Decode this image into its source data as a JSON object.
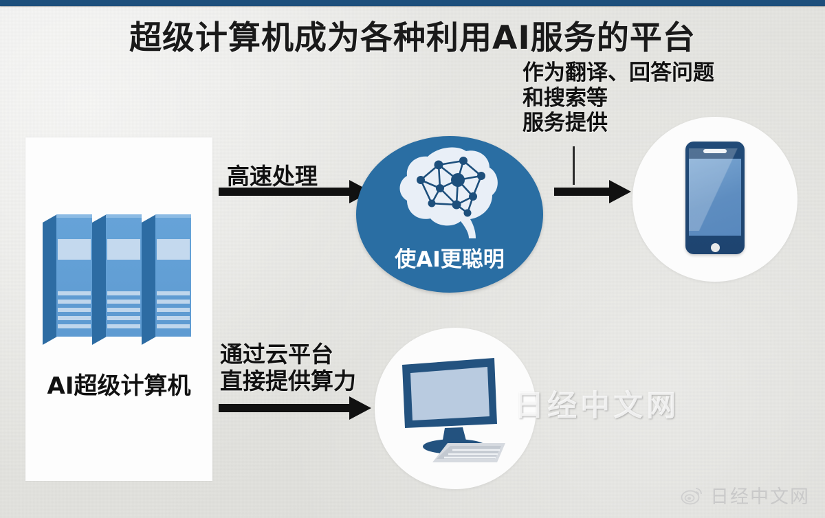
{
  "page": {
    "title": "超级计算机成为各种利用AI服务的平台",
    "background_color": "#e4e4e0",
    "accent_color": "#1d4f7c",
    "brand_blue": "#2a6ea3",
    "server_blue": "#5e9bd2",
    "arrow_color": "#111111"
  },
  "left_block": {
    "label": "AI超级计算机",
    "panel_color": "#fdfdfd",
    "rack_count": 3
  },
  "arrows": {
    "top": {
      "caption": "高速处理",
      "name": "high-speed-processing"
    },
    "bottom": {
      "caption_line1": "通过云平台",
      "caption_line2": "直接提供算力",
      "name": "cloud-compute-supply"
    },
    "right": {
      "caption_line1": "作为翻译、回答问题",
      "caption_line2": "和搜索等",
      "caption_line3": "服务提供",
      "name": "service-delivery"
    }
  },
  "brain_node": {
    "label": "使AI更聪明",
    "icon": "brain-network-icon",
    "circle_color": "#2a6ea3"
  },
  "phone_node": {
    "icon": "smartphone-icon",
    "circle_color": "#fcfcfc"
  },
  "monitor_node": {
    "icon": "desktop-monitor-icon",
    "circle_color": "#fcfcfc"
  },
  "watermarks": {
    "center": "日经中文网",
    "corner": "日经中文网",
    "corner_icon": "weibo-logo-icon"
  }
}
